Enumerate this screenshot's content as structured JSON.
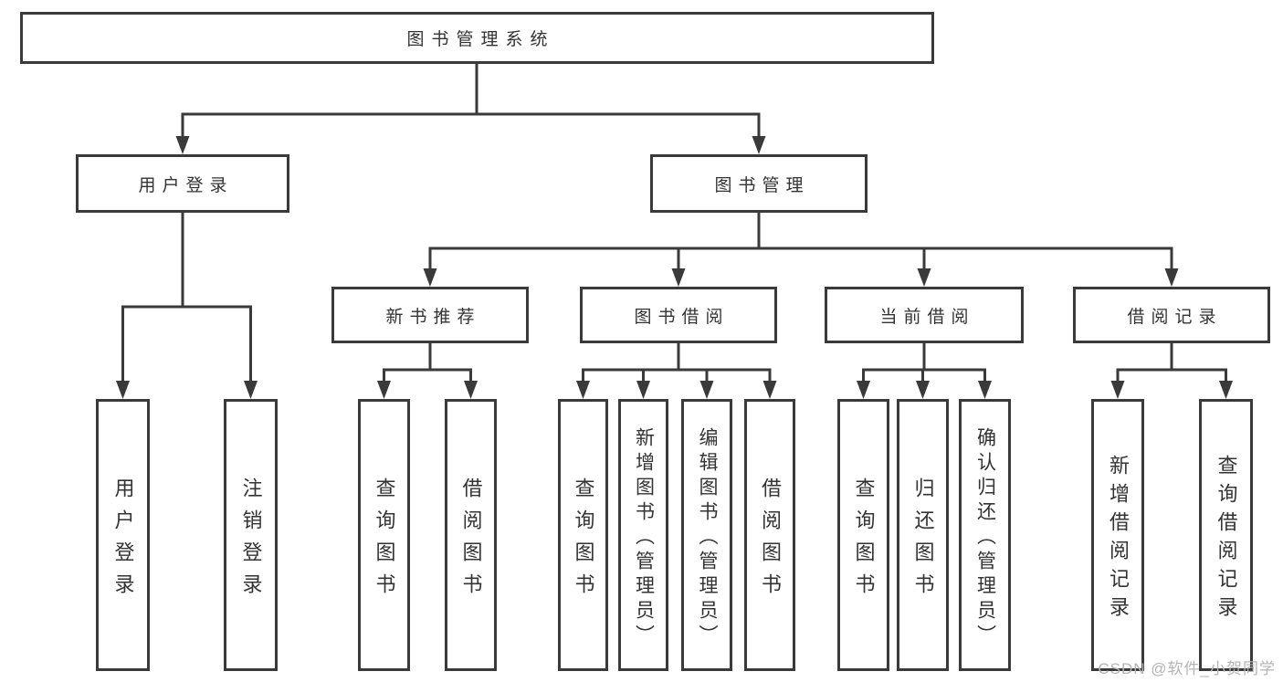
{
  "diagram": {
    "title": "图书管理系统",
    "tree": {
      "label": "图书管理系统",
      "children": [
        {
          "label": "用户登录",
          "children": [
            {
              "label": "用户登录"
            },
            {
              "label": "注销登录"
            }
          ]
        },
        {
          "label": "图书管理",
          "children": [
            {
              "label": "新书推荐",
              "children": [
                {
                  "label": "查询图书"
                },
                {
                  "label": "借阅图书"
                }
              ]
            },
            {
              "label": "图书借阅",
              "children": [
                {
                  "label": "查询图书"
                },
                {
                  "label": "新增图书（管理员）"
                },
                {
                  "label": "编辑图书（管理员）"
                },
                {
                  "label": "借阅图书"
                }
              ]
            },
            {
              "label": "当前借阅",
              "children": [
                {
                  "label": "查询图书"
                },
                {
                  "label": "归还图书"
                },
                {
                  "label": "确认归还（管理员）"
                }
              ]
            },
            {
              "label": "借阅记录",
              "children": [
                {
                  "label": "新增借阅记录"
                },
                {
                  "label": "查询借阅记录"
                }
              ]
            }
          ]
        }
      ]
    },
    "watermark": "CSDN @软件_小贺同学",
    "colors": {
      "line": "#3a3a3a",
      "box_border": "#3a3a3a",
      "text": "#333333",
      "watermark": "#b4b4b4",
      "background": "#ffffff"
    }
  }
}
